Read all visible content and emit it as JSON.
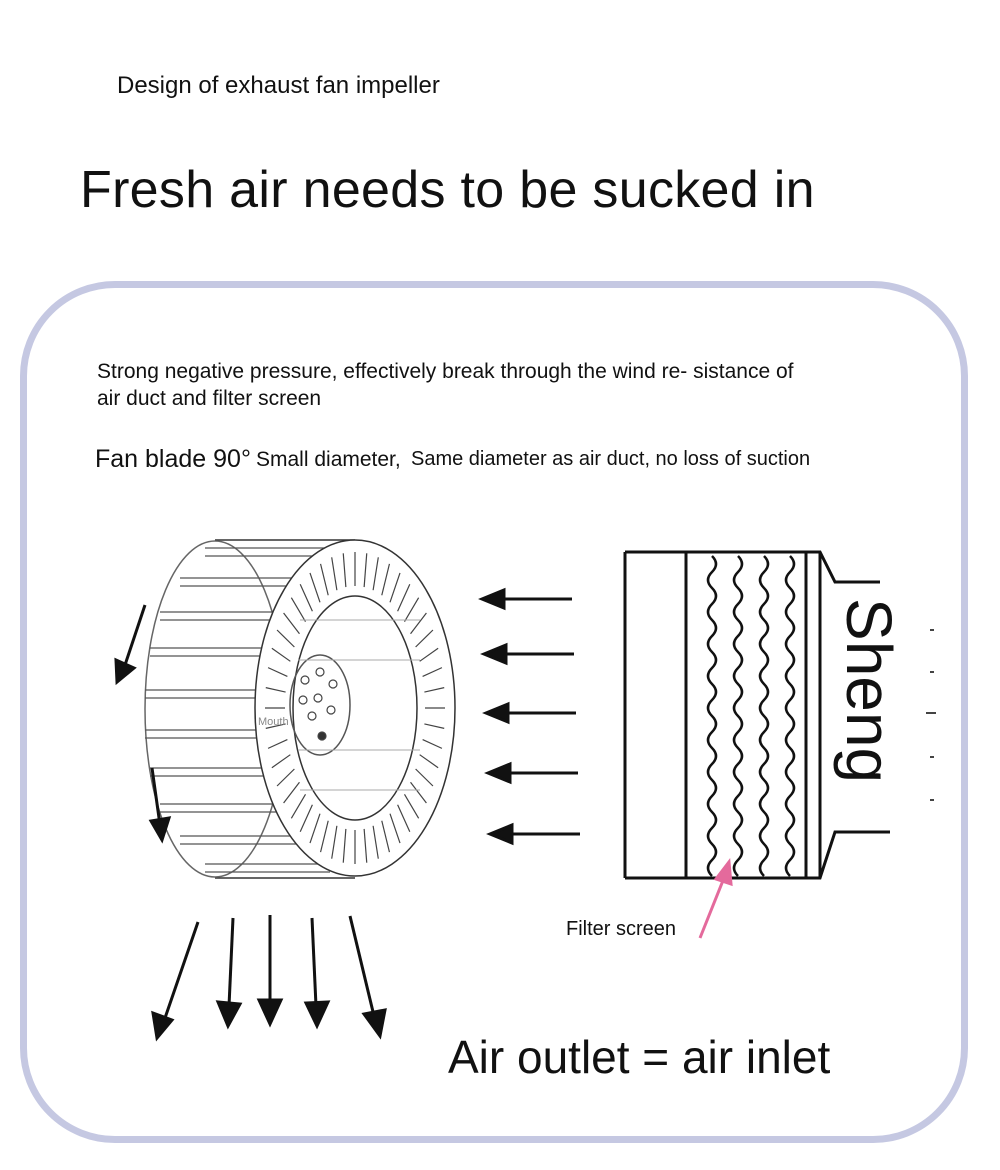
{
  "header": {
    "subtitle": "Design of exhaust fan impeller",
    "headline": "Fresh air needs to be sucked in"
  },
  "panel": {
    "description": "Strong negative pressure, effectively break through the wind re- sistance of air duct and filter screen",
    "fan_blade_label": "Fan blade 90°",
    "small_diameter_label": "Small diameter,",
    "same_diameter_label": "Same diameter as air duct, no loss of suction",
    "mouth_label": "Mouth",
    "filter_label": "Filter screen",
    "outlet_label": "Air outlet = air inlet",
    "brand_text": "Sheng"
  },
  "colors": {
    "panel_border": "#c5c8e2",
    "pointer": "#e46a9c",
    "line": "#222222"
  }
}
